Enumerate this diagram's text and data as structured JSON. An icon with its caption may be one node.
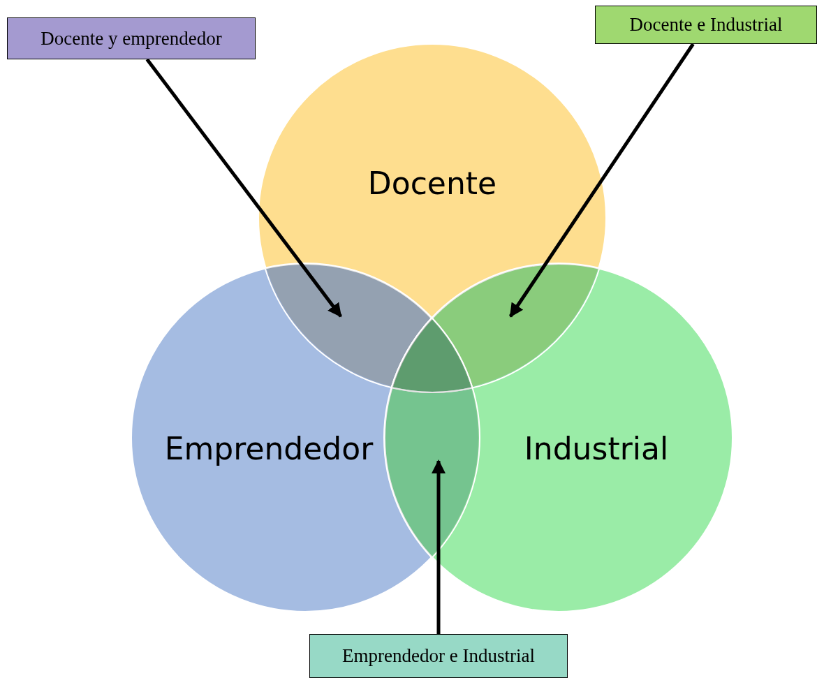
{
  "diagram": {
    "nodes": [
      {
        "text": [
          "Docente"
        ]
      },
      {
        "text": [
          "Emprendedor"
        ]
      },
      {
        "text": [
          "Industrial"
        ]
      },
      {
        "text": [
          "Docente y emprendedor"
        ]
      },
      {
        "text": [
          "Docente e Industrial"
        ]
      },
      {
        "text": [
          "Emprendedor e Industrial"
        ]
      },
      {
        "text": [],
        "shape": "lens"
      },
      {
        "text": [],
        "shape": "lens"
      },
      {
        "text": [],
        "shape": "lens"
      }
    ],
    "edges": [
      {
        "from": 3,
        "to": 6,
        "arrow": "to"
      },
      {
        "from": 4,
        "to": 7,
        "arrow": "to"
      },
      {
        "from": 5,
        "to": 8,
        "arrow": "to"
      }
    ]
  }
}
